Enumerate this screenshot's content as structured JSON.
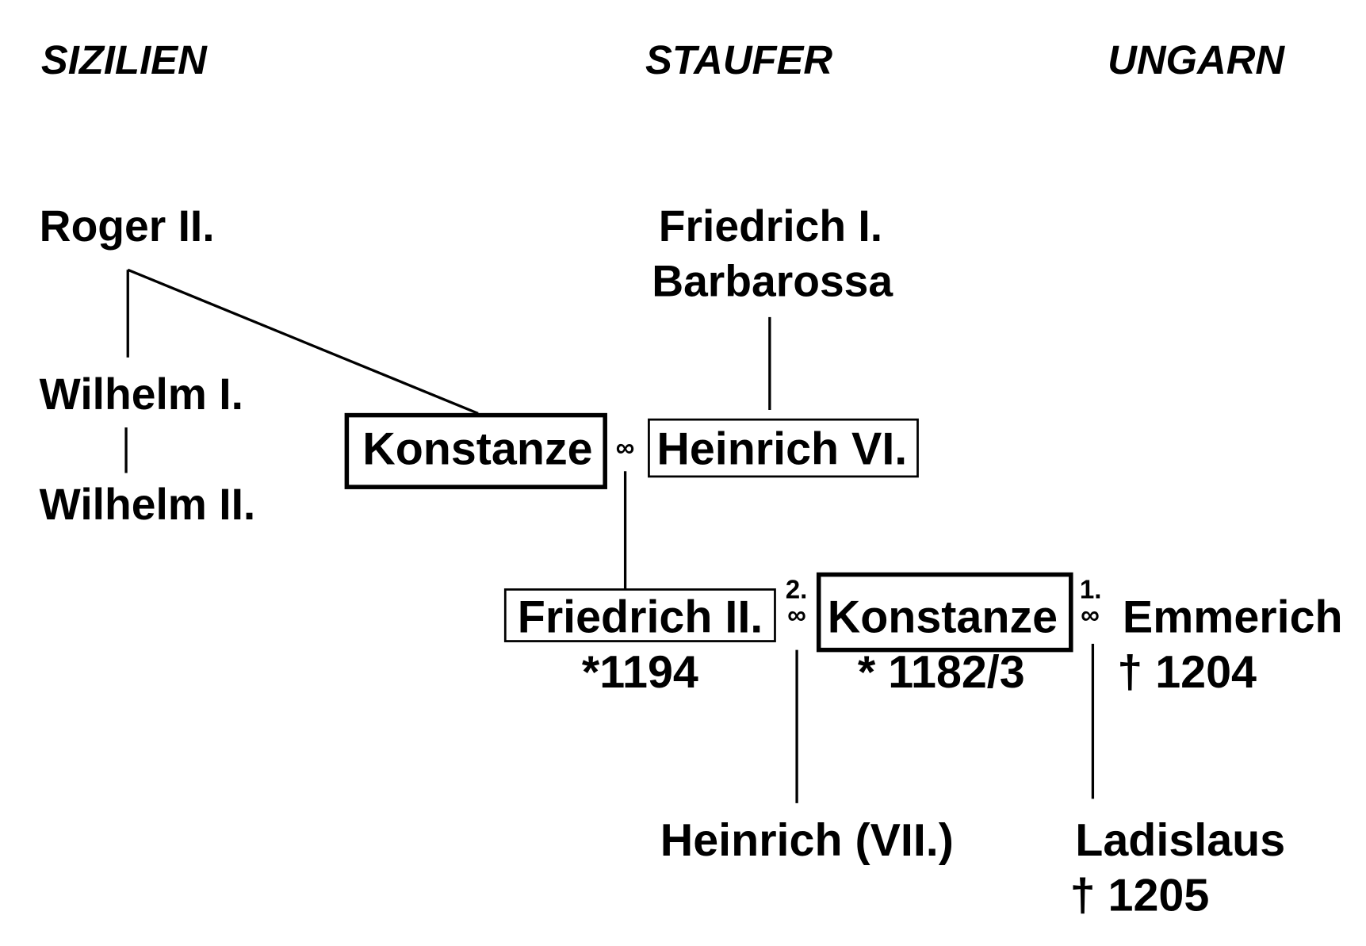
{
  "headers": {
    "left": "SIZILIEN",
    "center": "STAUFER",
    "right": "UNGARN"
  },
  "persons": {
    "roger": "Roger II.",
    "friedrich1_a": "Friedrich I.",
    "friedrich1_b": "Barbarossa",
    "wilhelm1": "Wilhelm I.",
    "wilhelm2": "Wilhelm II.",
    "konstanze1": "Konstanze",
    "heinrich6": "Heinrich VI.",
    "friedrich2": "Friedrich II.",
    "friedrich2_birth": "*1194",
    "konstanze2": "Konstanze",
    "konstanze2_birth": "* 1182/3",
    "emmerich": "Emmerich",
    "emmerich_death": "† 1204",
    "heinrich7": "Heinrich (VII.)",
    "ladislaus": "Ladislaus",
    "ladislaus_death": "† 1205"
  },
  "marriage": {
    "symbol": "∞",
    "second": "2.",
    "first": "1."
  }
}
